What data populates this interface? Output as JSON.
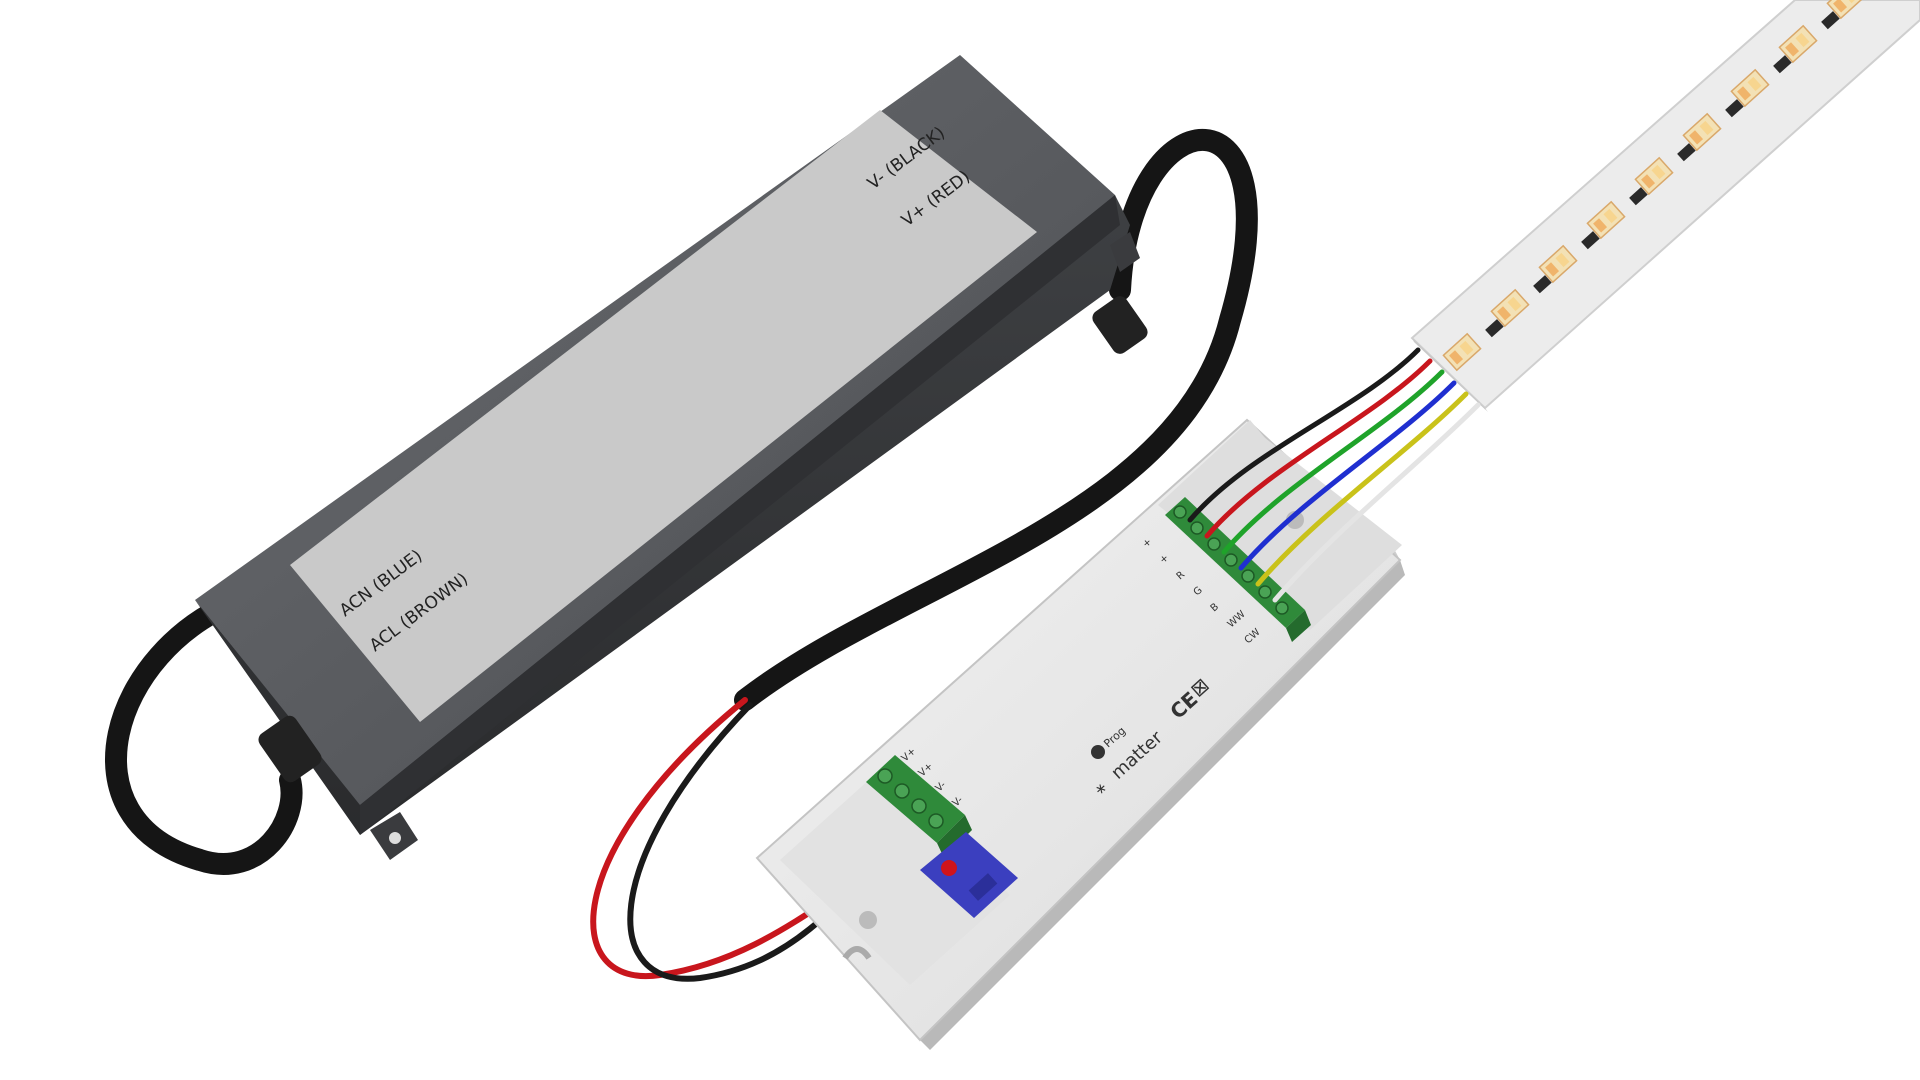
{
  "power_supply": {
    "label_output_negative": "V- (BLACK)",
    "label_output_positive": "V+ (RED)",
    "label_input_neutral": "ACN (BLUE)",
    "label_input_live": "ACL (BROWN)"
  },
  "controller": {
    "prog_label": "Prog",
    "brand_label": "matter",
    "ce_mark": "CE",
    "input_terminal_labels": [
      "V+",
      "V+",
      "V-",
      "V-"
    ],
    "output_terminal_labels": [
      "+",
      "+",
      "R",
      "G",
      "B",
      "WW",
      "CW"
    ]
  },
  "wire_colors": {
    "black": "#1a1a1a",
    "red": "#c8161d",
    "green": "#1fa32a",
    "blue": "#1f2fd0",
    "yellow": "#c9c21a",
    "white": "#e4e4e4"
  },
  "colors": {
    "psu_body": "#4d4f52",
    "psu_label": "#c9c9c9",
    "controller_body": "#e8e8e8",
    "terminal_green": "#2f8a3a",
    "pcb_blue": "#3b3fbf",
    "strip_pcb": "#ececec"
  }
}
